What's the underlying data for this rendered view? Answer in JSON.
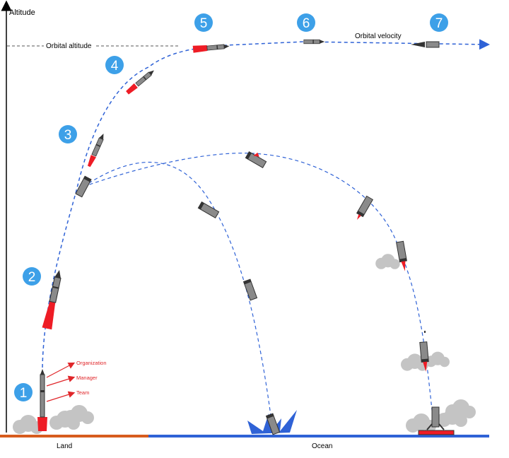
{
  "axis": {
    "y_label": "Altitude"
  },
  "labels": {
    "orbital_altitude": "Orbital altitude",
    "orbital_velocity": "Orbital velocity",
    "land": "Land",
    "ocean": "Ocean"
  },
  "stages": [
    "1",
    "2",
    "3",
    "4",
    "5",
    "6",
    "7"
  ],
  "annotations": [
    "Organization",
    "Manager",
    "Team"
  ],
  "colors": {
    "stage_badge": "#3da0e8",
    "trajectory": "#2f62d6",
    "flame": "#ee1c25",
    "land": "#d75c1e",
    "ocean": "#2f62d6",
    "annotation": "#e0262a",
    "smoke": "#c4c4c4",
    "rocket_body": "#8a8a8a"
  }
}
